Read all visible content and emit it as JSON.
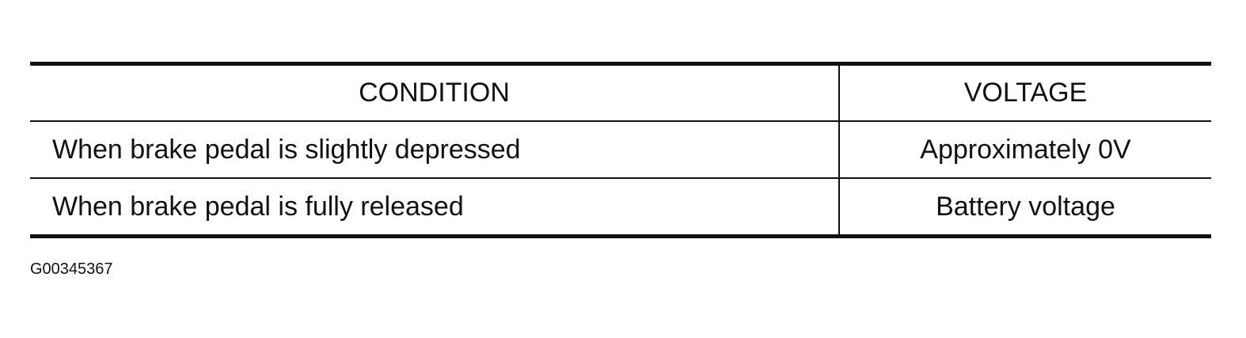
{
  "table": {
    "headers": [
      "CONDITION",
      "VOLTAGE"
    ],
    "rows": [
      {
        "condition": "When brake pedal is slightly depressed",
        "voltage": "Approximately 0V"
      },
      {
        "condition": "When brake pedal is fully released",
        "voltage": "Battery voltage"
      }
    ]
  },
  "figure_id": "G00345367"
}
